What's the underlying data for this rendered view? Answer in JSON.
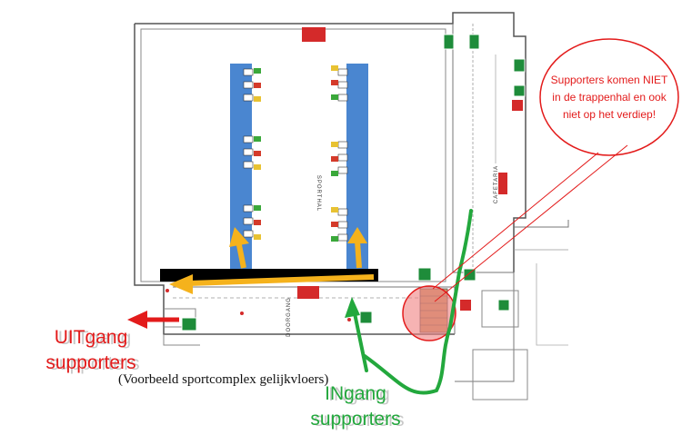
{
  "callout": {
    "text": "Supporters komen NIET in de trappenhal en ook niet op het verdiep!",
    "color": "#e31b1b"
  },
  "labels": {
    "exit_line1": "UITgang",
    "exit_line2": "supporters",
    "entry_line1": "INgang",
    "entry_line2": "supporters",
    "caption": "(Voorbeeld sportcomplex gelijkvloers)",
    "sporthal": "SPORTHAL",
    "cafetaria": "CAFETARIA",
    "doorgang": "DOORGANG"
  },
  "colors": {
    "exit_arrow": "#e31b1b",
    "entry_arrow": "#23a83d",
    "flow_arrow": "#f5b21c",
    "stand_blue": "#4a86d0",
    "barrier": "#000000",
    "stairwell_highlight": "#f08080"
  },
  "icons": [
    "emergency-exit-sign-icon",
    "fire-extinguisher-icon",
    "seat-icon",
    "stairs-icon"
  ]
}
